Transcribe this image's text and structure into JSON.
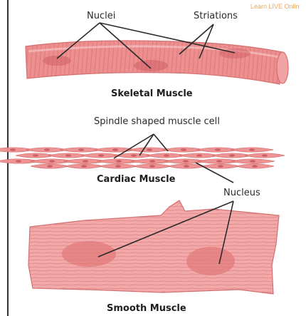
{
  "watermark": "Learn LIVE Onlin",
  "colors": {
    "tissue_fill": "#ee8f8f",
    "tissue_light": "#f5b5b5",
    "tissue_dark": "#d46e6e",
    "nucleus": "#cf5f66",
    "pointer_line": "#2a2a2a"
  },
  "skeletal": {
    "label_nuclei": "Nuclei",
    "label_striations": "Striations",
    "title": "Skeletal Muscle"
  },
  "cardiac": {
    "label_spindle": "Spindle shaped muscle cell",
    "title": "Cardiac Muscle"
  },
  "smooth": {
    "label_nucleus": "Nucleus",
    "title": "Smooth Muscle"
  }
}
